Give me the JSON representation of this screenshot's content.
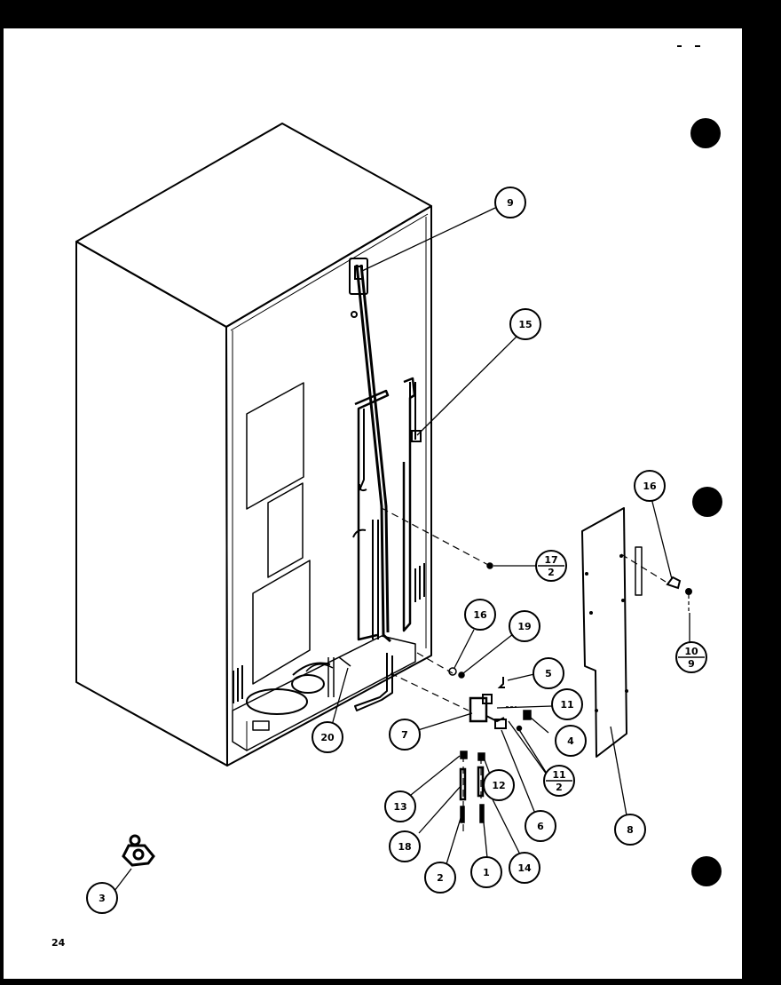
{
  "page_number": "24",
  "ink_color": "#000000",
  "paper_color": "#ffffff",
  "binder_holes": 3,
  "callouts": [
    {
      "id": "c9",
      "label": "9"
    },
    {
      "id": "c15",
      "label": "15"
    },
    {
      "id": "c16a",
      "label": "16"
    },
    {
      "id": "c17-2",
      "top": "17",
      "bottom": "2"
    },
    {
      "id": "c10-9",
      "top": "10",
      "bottom": "9"
    },
    {
      "id": "c16b",
      "label": "16"
    },
    {
      "id": "c19",
      "label": "19"
    },
    {
      "id": "c5",
      "label": "5"
    },
    {
      "id": "c11",
      "label": "11"
    },
    {
      "id": "c4",
      "label": "4"
    },
    {
      "id": "c7",
      "label": "7"
    },
    {
      "id": "c20",
      "label": "20"
    },
    {
      "id": "c11-2",
      "top": "11",
      "bottom": "2"
    },
    {
      "id": "c6",
      "label": "6"
    },
    {
      "id": "c8",
      "label": "8"
    },
    {
      "id": "c12",
      "label": "12"
    },
    {
      "id": "c13",
      "label": "13"
    },
    {
      "id": "c18",
      "label": "18"
    },
    {
      "id": "c2",
      "label": "2"
    },
    {
      "id": "c1",
      "label": "1"
    },
    {
      "id": "c14",
      "label": "14"
    },
    {
      "id": "c3",
      "label": "3"
    }
  ]
}
